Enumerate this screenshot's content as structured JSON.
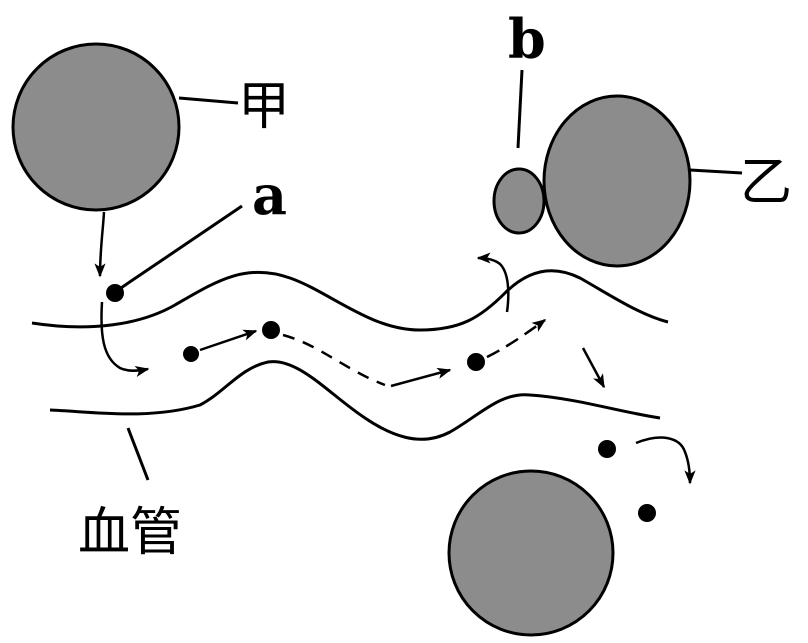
{
  "labels": {
    "cell_jia": "甲",
    "cell_yi": "乙",
    "point_a": "a",
    "point_b": "b",
    "vessel": "血管"
  },
  "colors": {
    "cell_fill": "#8c8c8c",
    "stroke": "#000000",
    "background": "#ffffff"
  }
}
